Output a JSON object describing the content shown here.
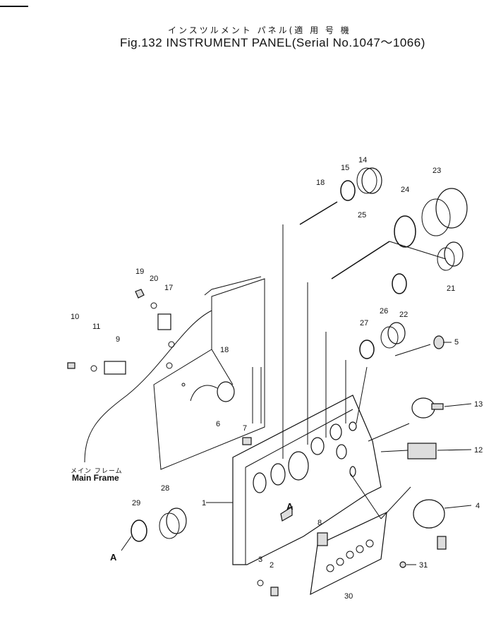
{
  "header": {
    "title_jp": "インスツルメント パネル(適 用 号 機",
    "title_en": "Fig.132   INSTRUMENT  PANEL(Serial  No.1047～1066)"
  },
  "frame_label": {
    "jp": "メイン フレーム",
    "en": "Main Frame"
  },
  "callouts": {
    "p1": "1",
    "p2": "2",
    "p3": "3",
    "p4": "4",
    "p5": "5",
    "p6": "6",
    "p7": "7",
    "p8": "8",
    "p9": "9",
    "p10": "10",
    "p11": "11",
    "p12": "12",
    "p13": "13",
    "p14": "14",
    "p15": "15",
    "p17": "17",
    "p18a": "18",
    "p18b": "18",
    "p19": "19",
    "p20": "20",
    "p21": "21",
    "p22": "22",
    "p23": "23",
    "p24": "24",
    "p25": "25",
    "p26": "26",
    "p27": "27",
    "p28": "28",
    "p29": "29",
    "p30": "30",
    "p31": "31",
    "refA1": "A",
    "refA2": "A"
  }
}
